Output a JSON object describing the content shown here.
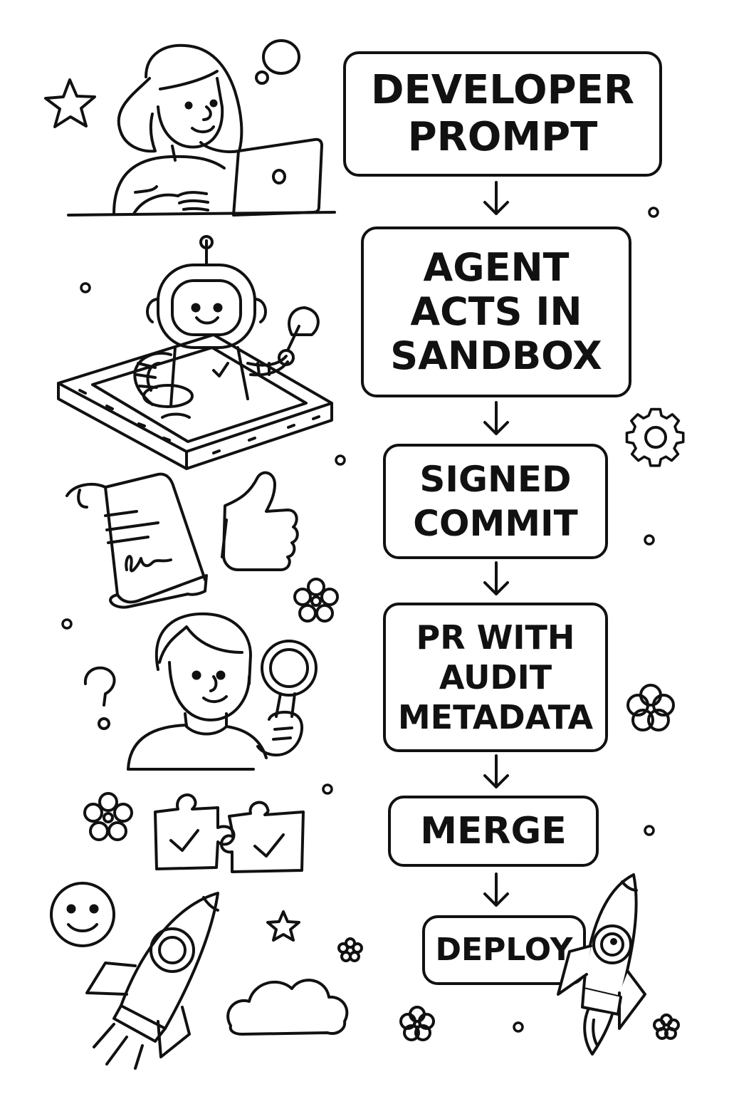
{
  "colors": {
    "ink": "#111111",
    "background": "#ffffff"
  },
  "flow": {
    "steps": [
      {
        "lines": [
          "DEVELOPER",
          "PROMPT"
        ]
      },
      {
        "lines": [
          "AGENT",
          "ACTS IN",
          "SANDBOX"
        ]
      },
      {
        "lines": [
          "SIGNED",
          "COMMIT"
        ]
      },
      {
        "lines": [
          "PR WITH",
          "AUDIT",
          "METADATA"
        ]
      },
      {
        "lines": [
          "MERGE"
        ]
      },
      {
        "lines": [
          "DEPLOY"
        ]
      }
    ]
  },
  "illustrations": [
    "developer-at-laptop-icon",
    "robot-in-sandbox-icon",
    "signed-scroll-icon",
    "thumbs-up-icon",
    "reviewer-with-magnifier-icon",
    "puzzle-pieces-check-icon",
    "rocket-icon",
    "smiley-icon",
    "cloud-icon",
    "gear-icon",
    "star-icon",
    "flower-icon",
    "question-mark-icon"
  ]
}
